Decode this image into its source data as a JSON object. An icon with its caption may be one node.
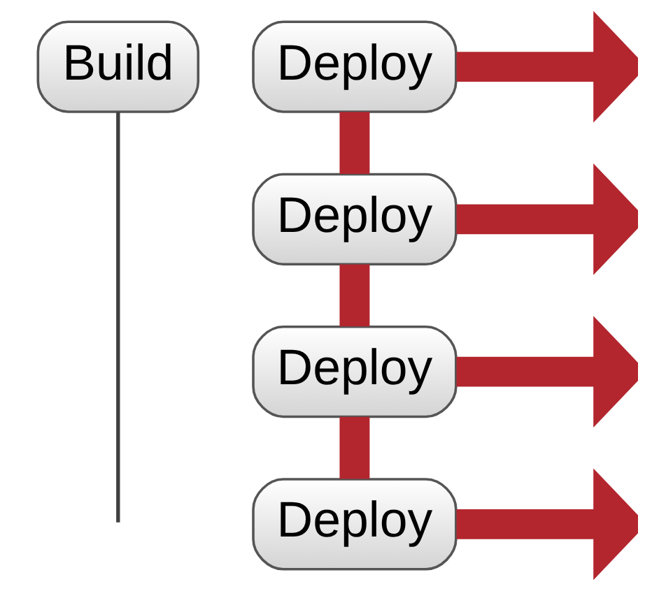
{
  "diagram": {
    "nodes": [
      {
        "text": [
          "Build"
        ]
      },
      {
        "text": [
          "Deploy"
        ]
      },
      {
        "text": [
          "Deploy"
        ]
      },
      {
        "text": [
          "Deploy"
        ]
      },
      {
        "text": [
          "Deploy"
        ]
      }
    ],
    "edges": [
      {
        "from": 1,
        "to": null,
        "arrow": "to"
      },
      {
        "from": 2,
        "to": null,
        "arrow": "to"
      },
      {
        "from": 3,
        "to": null,
        "arrow": "to"
      },
      {
        "from": 4,
        "to": null,
        "arrow": "to"
      },
      {
        "from": 1,
        "to": 2,
        "arrow": "none"
      },
      {
        "from": 2,
        "to": 3,
        "arrow": "none"
      },
      {
        "from": 3,
        "to": 4,
        "arrow": "none"
      },
      {
        "from": 0,
        "to": null,
        "arrow": "none",
        "color": "#404040"
      }
    ]
  }
}
